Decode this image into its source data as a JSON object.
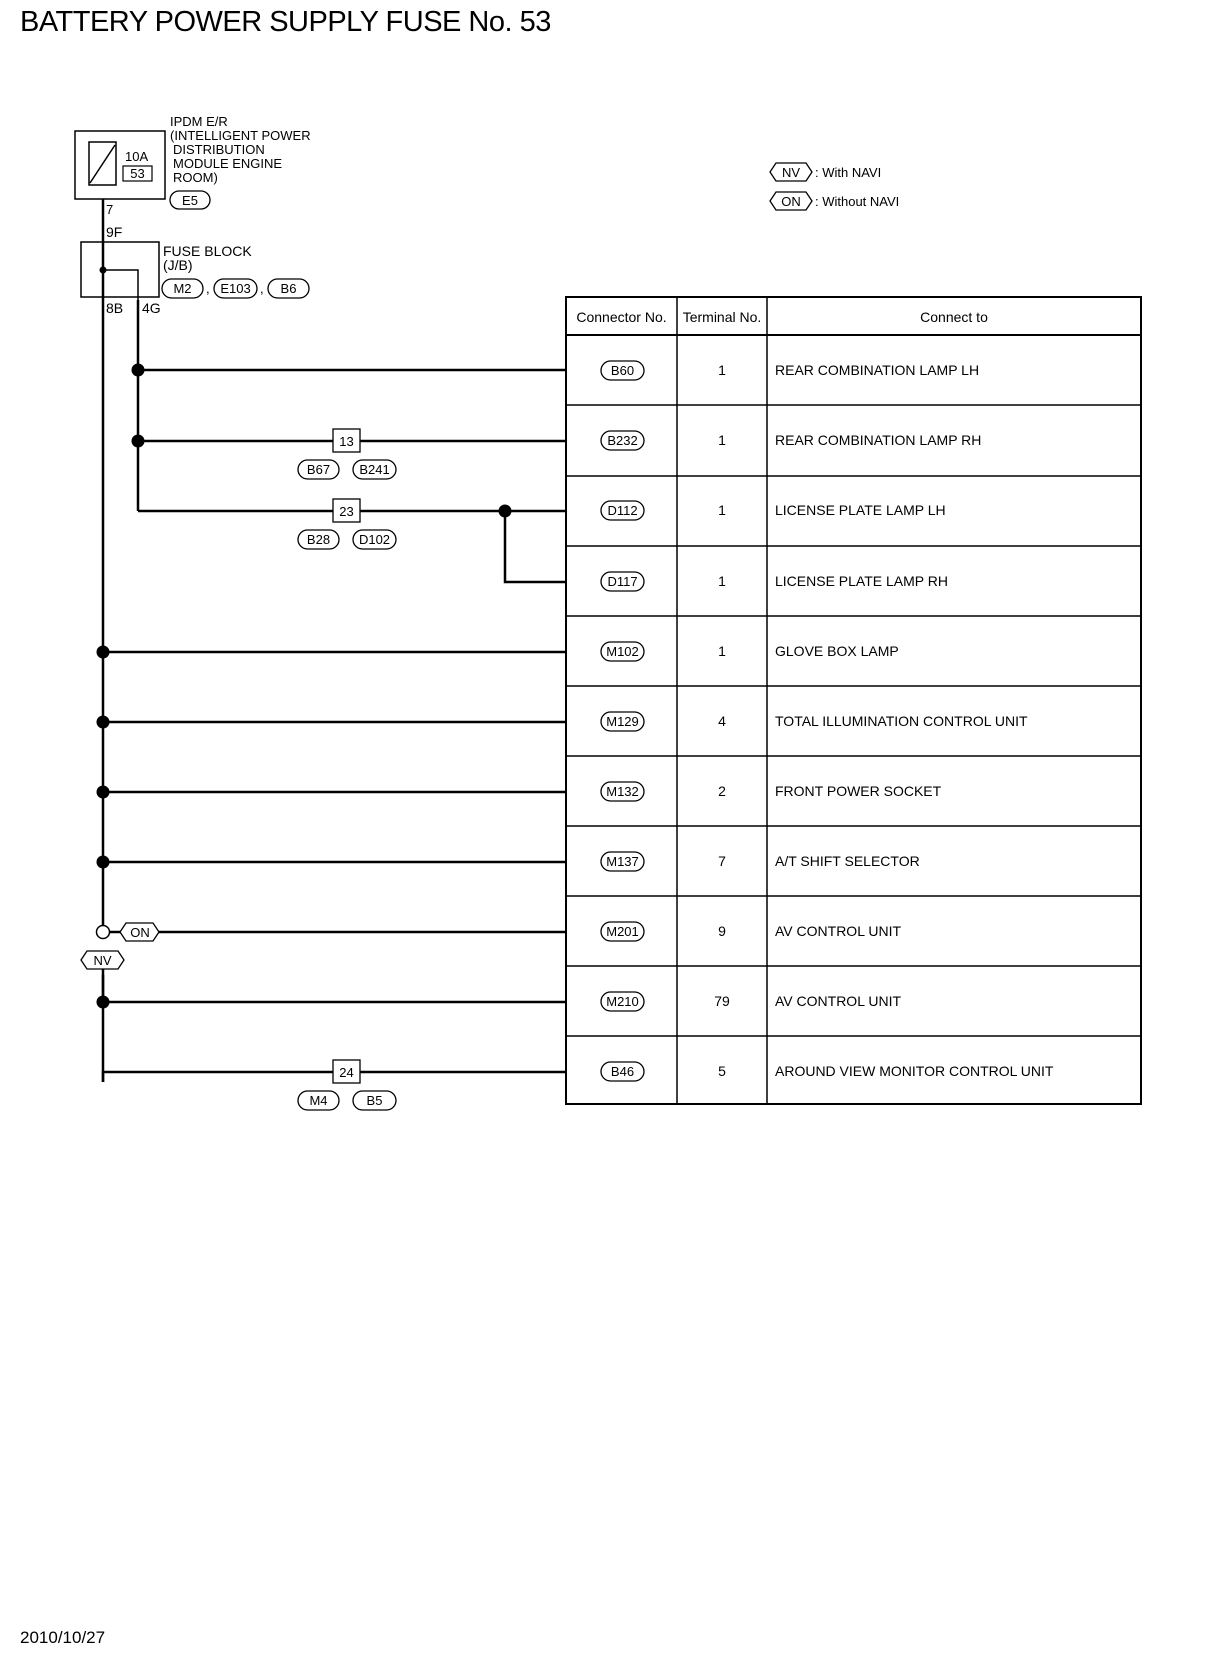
{
  "title": "BATTERY POWER SUPPLY FUSE No. 53",
  "footer_date": "2010/10/27",
  "ipdm": {
    "lines": [
      "IPDM E/R",
      "(INTELLIGENT POWER",
      "DISTRIBUTION",
      "MODULE ENGINE",
      "ROOM)"
    ],
    "fuse_rating": "10A",
    "fuse_number": "53",
    "connector": "E5",
    "terminal": "7"
  },
  "fuse_block": {
    "lines": [
      "FUSE BLOCK",
      "(J/B)"
    ],
    "connectors": [
      "M2",
      "E103",
      "B6"
    ],
    "separator": ",",
    "terminal_in": "9F",
    "terminal_out_a": "8B",
    "terminal_out_b": "4G"
  },
  "legend": [
    {
      "code": "NV",
      "text": ": With NAVI"
    },
    {
      "code": "ON",
      "text": ": Without NAVI"
    }
  ],
  "junctions": [
    {
      "number": "13",
      "connectors": [
        "B67",
        "B241"
      ]
    },
    {
      "number": "23",
      "connectors": [
        "B28",
        "D102"
      ]
    },
    {
      "number": "24",
      "connectors": [
        "M4",
        "B5"
      ]
    }
  ],
  "branch_labels": {
    "on": "ON",
    "nv": "NV"
  },
  "table": {
    "headers": [
      "Connector No.",
      "Terminal No.",
      "Connect to"
    ],
    "rows": [
      {
        "connector": "B60",
        "terminal": "1",
        "connect_to": "REAR COMBINATION LAMP LH"
      },
      {
        "connector": "B232",
        "terminal": "1",
        "connect_to": "REAR COMBINATION LAMP RH"
      },
      {
        "connector": "D112",
        "terminal": "1",
        "connect_to": "LICENSE PLATE LAMP LH"
      },
      {
        "connector": "D117",
        "terminal": "1",
        "connect_to": "LICENSE PLATE LAMP RH"
      },
      {
        "connector": "M102",
        "terminal": "1",
        "connect_to": "GLOVE BOX LAMP"
      },
      {
        "connector": "M129",
        "terminal": "4",
        "connect_to": "TOTAL ILLUMINATION CONTROL UNIT"
      },
      {
        "connector": "M132",
        "terminal": "2",
        "connect_to": "FRONT POWER SOCKET"
      },
      {
        "connector": "M137",
        "terminal": "7",
        "connect_to": "A/T SHIFT SELECTOR"
      },
      {
        "connector": "M201",
        "terminal": "9",
        "connect_to": "AV CONTROL UNIT"
      },
      {
        "connector": "M210",
        "terminal": "79",
        "connect_to": "AV CONTROL UNIT"
      },
      {
        "connector": "B46",
        "terminal": "5",
        "connect_to": "AROUND VIEW MONITOR CONTROL UNIT"
      }
    ]
  }
}
